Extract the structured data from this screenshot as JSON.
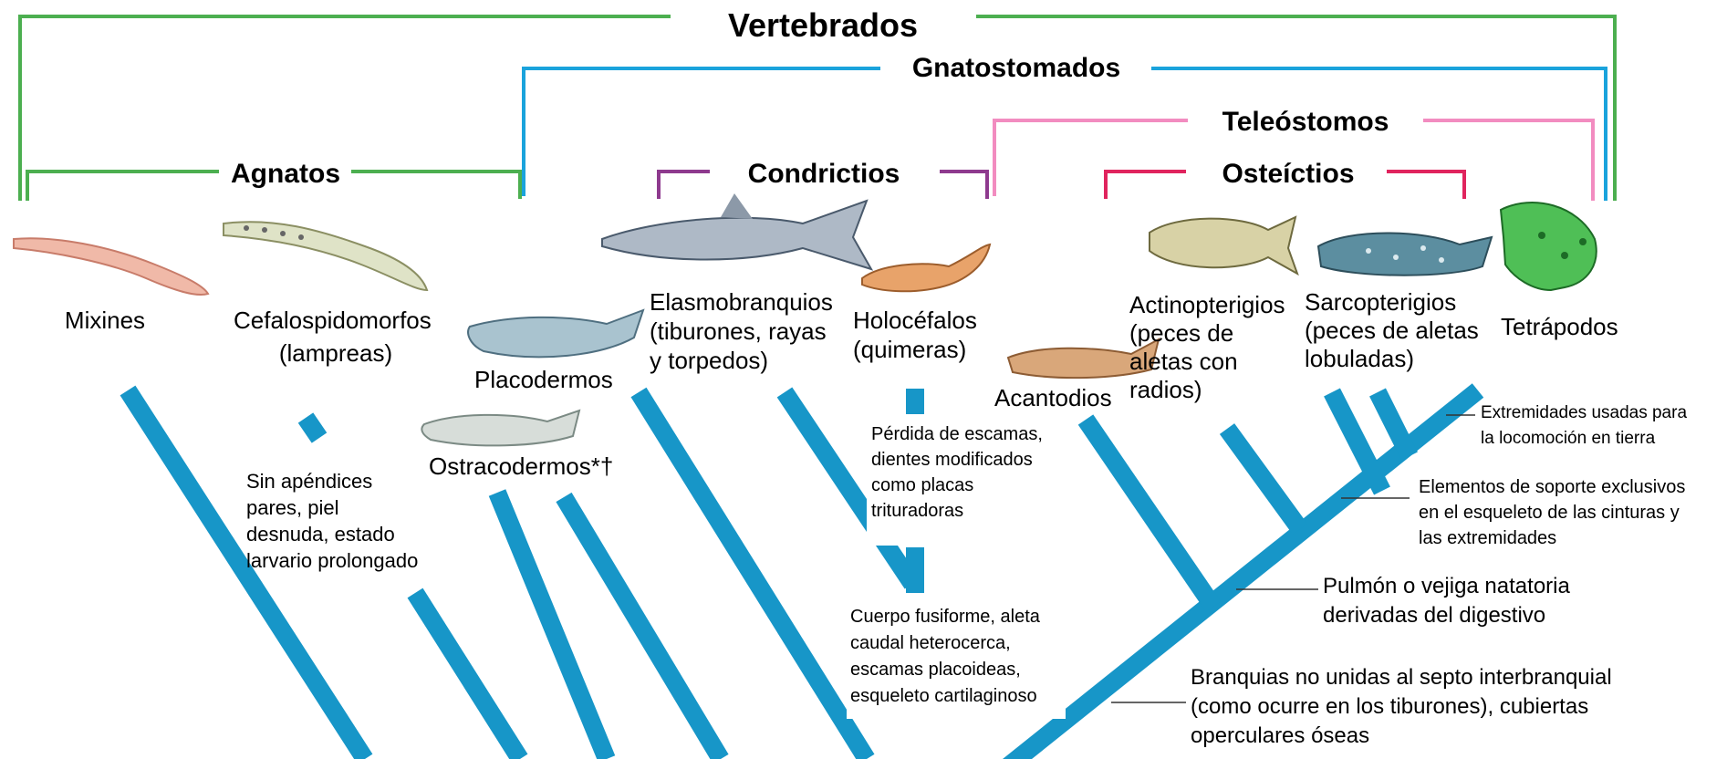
{
  "clades": {
    "vertebrados": "Vertebrados",
    "gnatostomados": "Gnatostomados",
    "teleostomos": "Teleóstomos",
    "agnatos": "Agnatos",
    "condrictios": "Condrictios",
    "osteictios": "Osteíctios"
  },
  "taxa": {
    "mixines": "Mixines",
    "cefalospidomorfos": [
      "Cefalospidomorfos",
      "(lampreas)"
    ],
    "placodermos": "Placodermos",
    "ostracodermos": "Ostracodermos*†",
    "elasmobranquios": [
      "Elasmobranquios",
      "(tiburones, rayas",
      "y torpedos)"
    ],
    "holocefalos": [
      "Holocéfalos",
      "(quimeras)"
    ],
    "acantodios": "Acantodios",
    "actinopterigios": [
      "Actinopterigios",
      "(peces de",
      "aletas con",
      "radios)"
    ],
    "sarcopterigios": [
      "Sarcopterigios",
      "(peces de aletas",
      "lobuladas)"
    ],
    "tetrapodos": "Tetrápodos"
  },
  "traits": {
    "agnatos": [
      "Sin apéndices",
      "pares, piel",
      "desnuda, estado",
      "larvario prolongado"
    ],
    "holocefalos": [
      "Pérdida de escamas,",
      "dientes modificados",
      "como placas",
      "trituradoras"
    ],
    "condrictios": [
      "Cuerpo fusiforme, aleta",
      "caudal heterocerca,",
      "escamas placoideas,",
      "esqueleto cartilaginoso"
    ],
    "teleostomos": [
      "Branquias no unidas al septo interbranquial",
      "(como ocurre en los tiburones), cubiertas",
      "operculares óseas"
    ],
    "osteictios": [
      "Pulmón o vejiga natatoria",
      "derivadas del digestivo"
    ],
    "sarcopterigios": [
      "Elementos de soporte exclusivos",
      "en el esqueleto de las cinturas y",
      "las extremidades"
    ],
    "tetrapodos": [
      "Extremidades usadas para",
      "la locomoción en tierra"
    ]
  },
  "colors": {
    "vertebrados": "#4caf50",
    "gnatostomados": "#1aa3dc",
    "teleostomos": "#f28cc0",
    "agnatos": "#4caf50",
    "condrictios": "#8e3a8e",
    "osteictios": "#e0245e",
    "branches": "#1796c8"
  },
  "icons": [
    "hagfish-icon",
    "lamprey-icon",
    "placoderm-icon",
    "ostracoderm-icon",
    "shark-icon",
    "chimaera-icon",
    "acanthodian-icon",
    "ray-finned-fish-icon",
    "coelacanth-icon",
    "frog-icon"
  ]
}
